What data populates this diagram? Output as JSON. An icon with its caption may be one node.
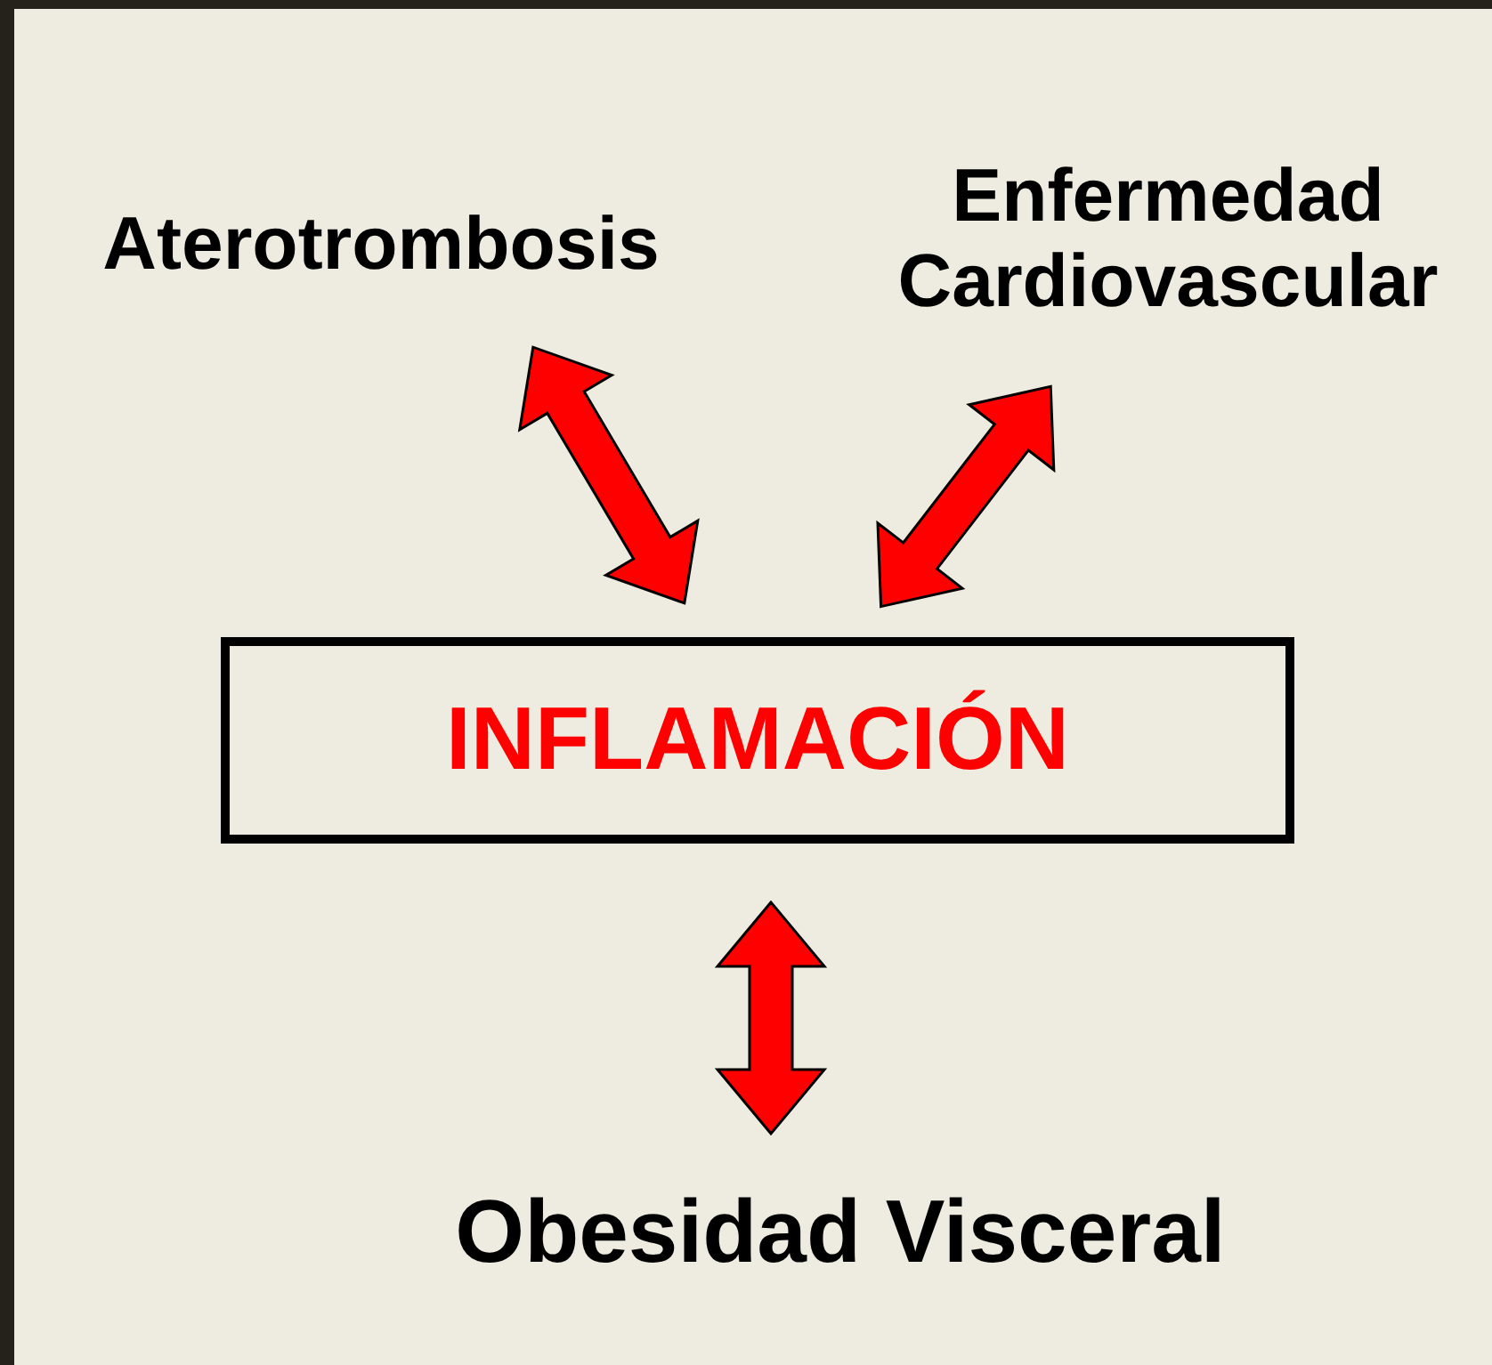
{
  "diagram": {
    "nodes": [
      {
        "text": [
          "Aterotrombosis"
        ]
      },
      {
        "text": [
          "Enfermedad Cardiovascular"
        ]
      },
      {
        "text": [
          "INFLAMACIÓN"
        ]
      },
      {
        "text": [
          "Obesidad Visceral"
        ]
      }
    ],
    "edges": [
      {
        "from": 2,
        "to": 0,
        "arrow": "both"
      },
      {
        "from": 2,
        "to": 1,
        "arrow": "both"
      },
      {
        "from": 2,
        "to": 3,
        "arrow": "both"
      }
    ]
  }
}
